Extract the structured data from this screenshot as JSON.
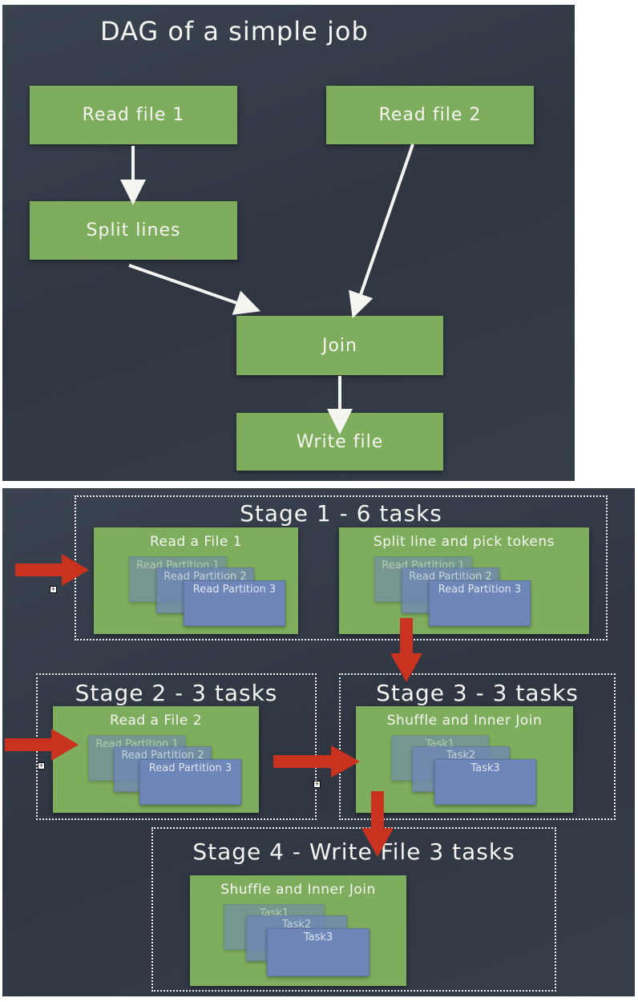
{
  "dag": {
    "title": "DAG of a simple job",
    "nodes": {
      "read_file_1": "Read file 1",
      "read_file_2": "Read file 2",
      "split_lines": "Split lines",
      "join": "Join",
      "write_file": "Write file"
    }
  },
  "stages": {
    "stage1": {
      "title": "Stage 1 - 6 tasks",
      "box_a": {
        "title": "Read a File 1",
        "cards": [
          "Read Partition 1",
          "Read Partition 2",
          "Read Partition 3"
        ]
      },
      "box_b": {
        "title": "Split line and pick tokens",
        "cards": [
          "Read Partition 1",
          "Read Partition 2",
          "Read Partition 3"
        ]
      }
    },
    "stage2": {
      "title": "Stage 2 - 3 tasks",
      "box": {
        "title": "Read a File 2",
        "cards": [
          "Read Partition 1",
          "Read Partition 2",
          "Read Partition 3"
        ]
      }
    },
    "stage3": {
      "title": "Stage 3 - 3 tasks",
      "box": {
        "title": "Shuffle and Inner Join",
        "cards": [
          "Task1",
          "Task2",
          "Task3"
        ]
      }
    },
    "stage4": {
      "title": "Stage 4 - Write File 3 tasks",
      "box": {
        "title": "Shuffle and Inner Join",
        "cards": [
          "Task1",
          "Task2",
          "Task3"
        ]
      }
    }
  },
  "colors": {
    "board": "#333b47",
    "box_green": "#7fad5e",
    "card_blue": "#6f86b8",
    "arrow_red": "#c8321e",
    "chalk_white": "#f4f4f0"
  }
}
